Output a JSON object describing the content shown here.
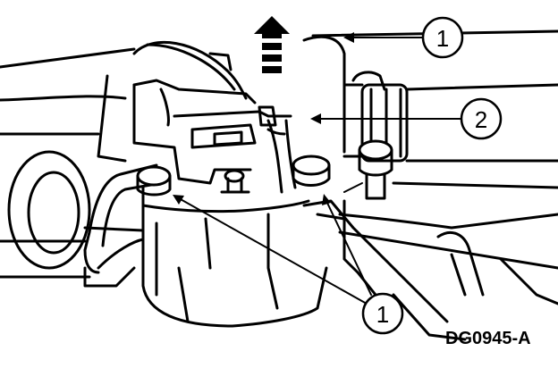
{
  "figure_id": "DG0945-A",
  "callouts": [
    {
      "label": "1"
    },
    {
      "label": "2"
    },
    {
      "label": "1"
    }
  ],
  "colors": {
    "ink": "#000000",
    "paper": "#ffffff"
  },
  "icons": [
    "up-arrow-icon"
  ]
}
